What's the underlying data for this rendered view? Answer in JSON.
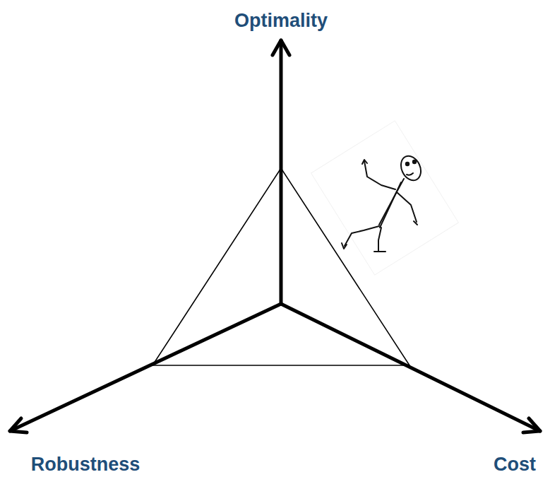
{
  "diagram": {
    "labels": [
      "Optimality",
      "Robustness",
      "Cost"
    ]
  }
}
